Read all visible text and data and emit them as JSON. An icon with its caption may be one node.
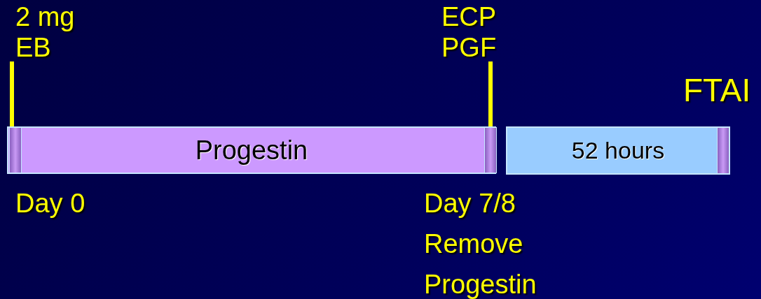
{
  "diagram": {
    "nodes": [
      {
        "text": [
          "2 mg EB"
        ]
      },
      {
        "text": [
          "Progestin"
        ]
      },
      {
        "text": [
          "ECP PGF"
        ]
      },
      {
        "text": [
          "52 hours"
        ]
      }
    ],
    "edges": [
      {
        "from": 0,
        "to": 1,
        "arrow": "none"
      },
      {
        "from": 2,
        "to": 1,
        "arrow": "none"
      }
    ],
    "labels": [
      "FTAI",
      "Day 0",
      "Day 7/8",
      "Remove Progestin"
    ]
  }
}
